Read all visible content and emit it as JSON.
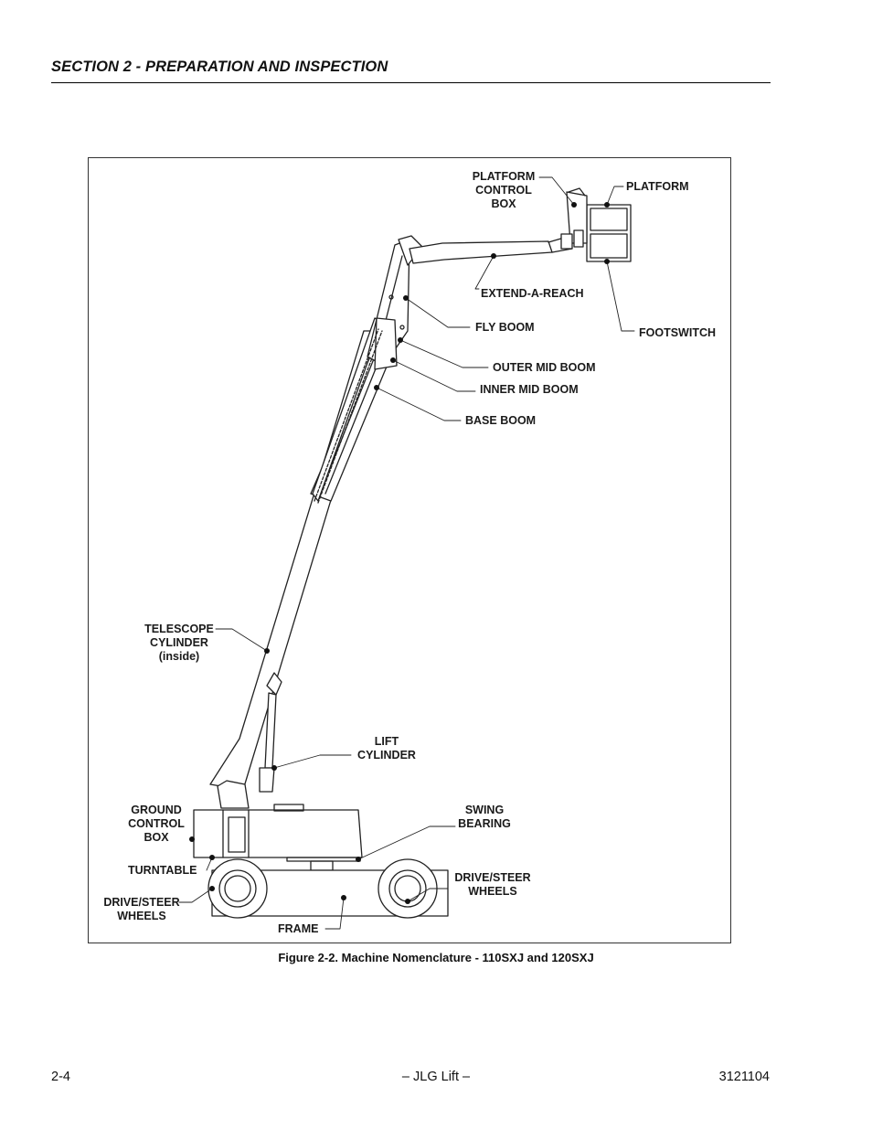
{
  "header": {
    "section_title": "SECTION 2 - PREPARATION AND INSPECTION"
  },
  "figure": {
    "caption": "Figure 2-2.  Machine Nomenclature - 110SXJ and 120SXJ",
    "labels": {
      "platform_control_box": "PLATFORM\nCONTROL\nBOX",
      "platform": "PLATFORM",
      "extend_a_reach": "EXTEND-A-REACH",
      "fly_boom": "FLY BOOM",
      "footswitch": "FOOTSWITCH",
      "outer_mid_boom": "OUTER MID BOOM",
      "inner_mid_boom": "INNER MID BOOM",
      "base_boom": "BASE BOOM",
      "telescope_cylinder": "TELESCOPE\nCYLINDER\n(inside)",
      "lift_cylinder": "LIFT\nCYLINDER",
      "ground_control_box": "GROUND\nCONTROL\nBOX",
      "swing_bearing": "SWING\nBEARING",
      "turntable": "TURNTABLE",
      "drive_steer_wheels_right": "DRIVE/STEER\nWHEELS",
      "drive_steer_wheels_left": "DRIVE/STEER\nWHEELS",
      "frame": "FRAME"
    }
  },
  "footer": {
    "page_number": "2-4",
    "center_text": "– JLG Lift –",
    "doc_number": "3121104"
  }
}
